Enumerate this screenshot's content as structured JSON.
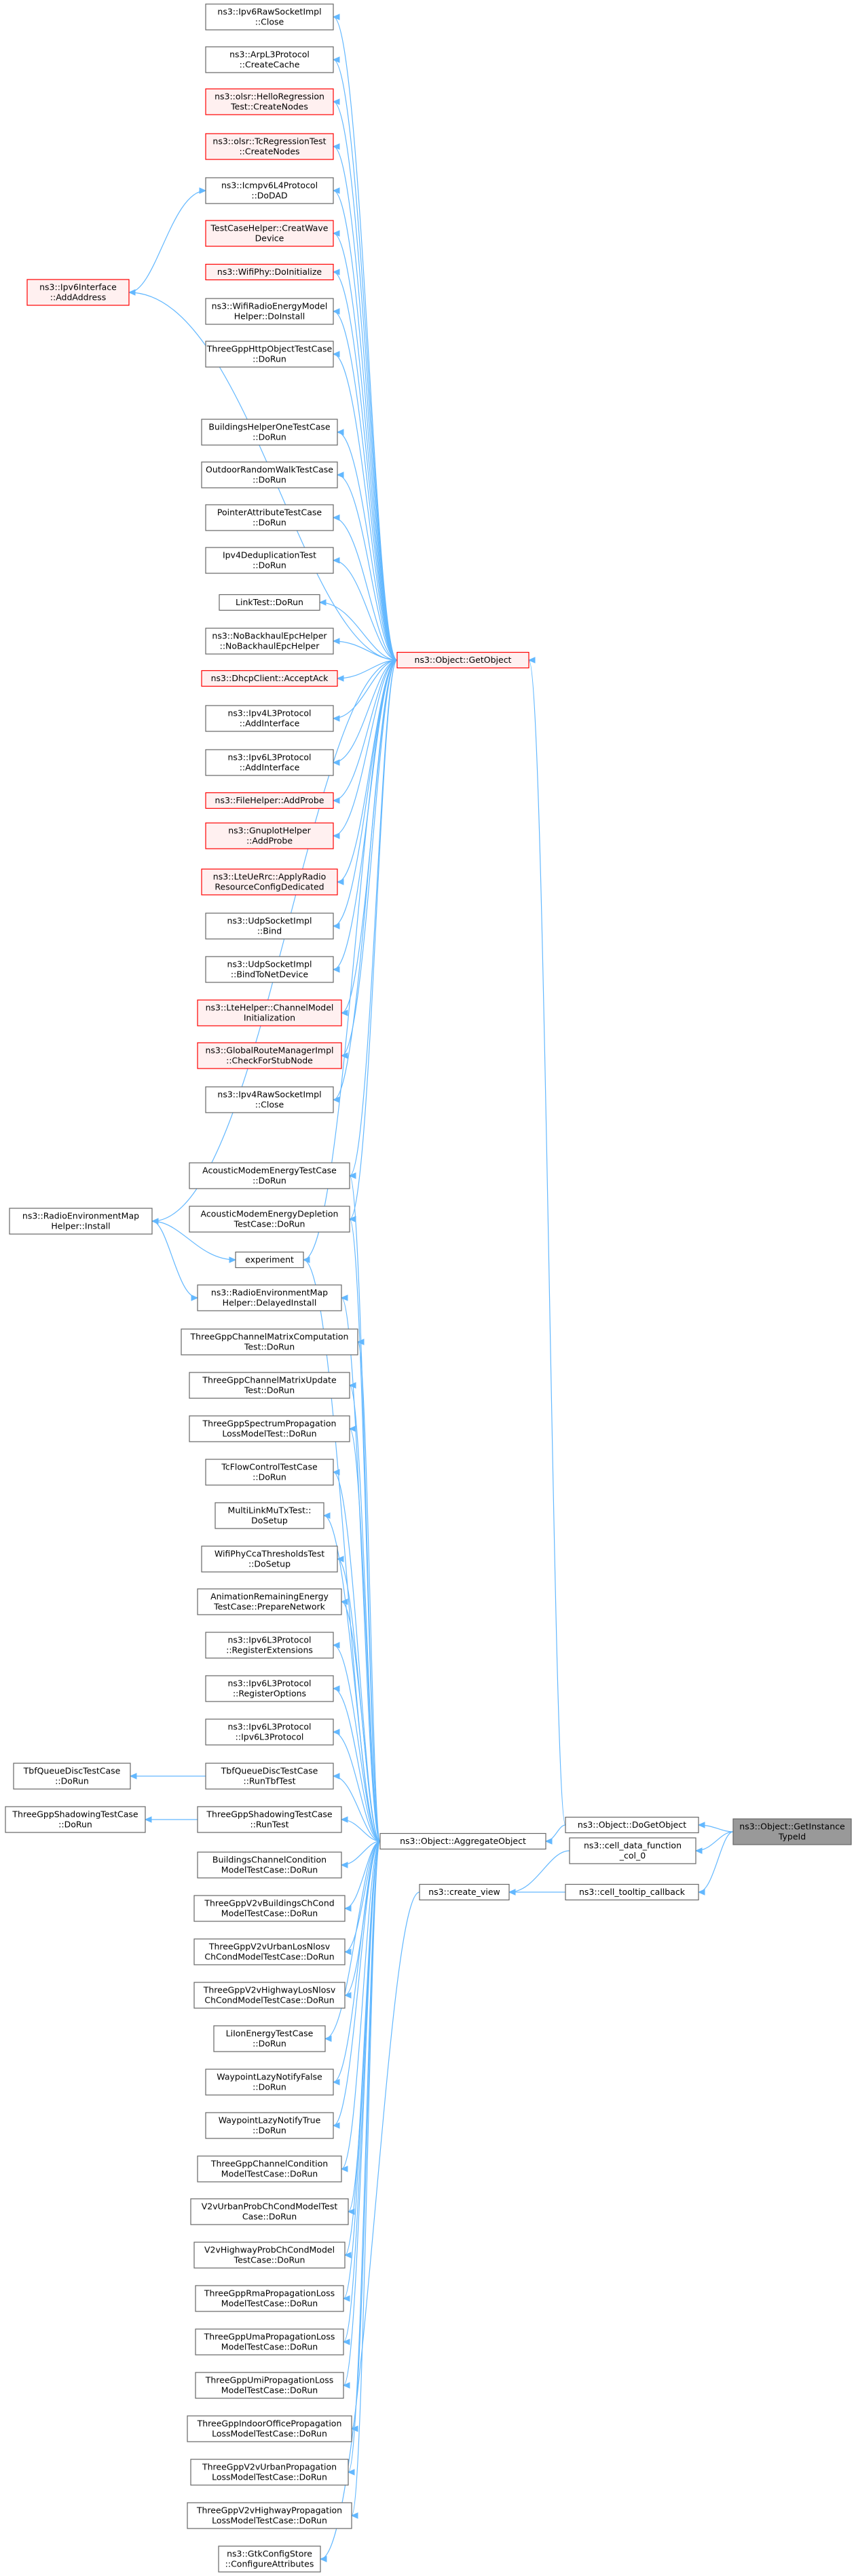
{
  "graph": {
    "title": "",
    "colors": {
      "edge": "#63b8ff",
      "normal_border": "#666666",
      "normal_fill": "#ffffff",
      "red_border": "#ff0000",
      "red_fill": "#fff0f0",
      "highlight_fill": "#999999",
      "highlight_border": "#666666"
    },
    "nodes": [
      {
        "id": "n0",
        "style": "normal",
        "lines": [
          "ns3::Ipv6RawSocketImpl",
          "::Close"
        ]
      },
      {
        "id": "n1",
        "style": "normal",
        "lines": [
          "ns3::ArpL3Protocol",
          "::CreateCache"
        ]
      },
      {
        "id": "n2",
        "style": "red",
        "lines": [
          "ns3::olsr::HelloRegression",
          "Test::CreateNodes"
        ]
      },
      {
        "id": "n3",
        "style": "red",
        "lines": [
          "ns3::olsr::TcRegressionTest",
          "::CreateNodes"
        ]
      },
      {
        "id": "n4",
        "style": "normal",
        "lines": [
          "ns3::Icmpv6L4Protocol",
          "::DoDAD"
        ]
      },
      {
        "id": "n5",
        "style": "red",
        "lines": [
          "TestCaseHelper::CreatWave",
          "Device"
        ]
      },
      {
        "id": "n6",
        "style": "red",
        "lines": [
          "ns3::WifiPhy::DoInitialize"
        ]
      },
      {
        "id": "n7",
        "style": "normal",
        "lines": [
          "ns3::WifiRadioEnergyModel",
          "Helper::DoInstall"
        ]
      },
      {
        "id": "n8",
        "style": "normal",
        "lines": [
          "ThreeGppHttpObjectTestCase",
          "::DoRun"
        ]
      },
      {
        "id": "n9",
        "style": "normal",
        "lines": [
          "BuildingsHelperOneTestCase",
          "::DoRun"
        ]
      },
      {
        "id": "n10",
        "style": "normal",
        "lines": [
          "OutdoorRandomWalkTestCase",
          "::DoRun"
        ]
      },
      {
        "id": "n11",
        "style": "normal",
        "lines": [
          "PointerAttributeTestCase",
          "::DoRun"
        ]
      },
      {
        "id": "n12",
        "style": "normal",
        "lines": [
          "Ipv4DeduplicationTest",
          "::DoRun"
        ]
      },
      {
        "id": "n13",
        "style": "normal",
        "lines": [
          "LinkTest::DoRun"
        ]
      },
      {
        "id": "n14",
        "style": "normal",
        "lines": [
          "ns3::NoBackhaulEpcHelper",
          "::NoBackhaulEpcHelper"
        ]
      },
      {
        "id": "n15",
        "style": "red",
        "lines": [
          "ns3::DhcpClient::AcceptAck"
        ]
      },
      {
        "id": "n16",
        "style": "normal",
        "lines": [
          "ns3::Ipv4L3Protocol",
          "::AddInterface"
        ]
      },
      {
        "id": "n17",
        "style": "normal",
        "lines": [
          "ns3::Ipv6L3Protocol",
          "::AddInterface"
        ]
      },
      {
        "id": "n18",
        "style": "red",
        "lines": [
          "ns3::FileHelper::AddProbe"
        ]
      },
      {
        "id": "n19",
        "style": "red",
        "lines": [
          "ns3::GnuplotHelper",
          "::AddProbe"
        ]
      },
      {
        "id": "n20",
        "style": "red",
        "lines": [
          "ns3::LteUeRrc::ApplyRadio",
          "ResourceConfigDedicated"
        ]
      },
      {
        "id": "n21",
        "style": "normal",
        "lines": [
          "ns3::UdpSocketImpl",
          "::Bind"
        ]
      },
      {
        "id": "n22",
        "style": "normal",
        "lines": [
          "ns3::UdpSocketImpl",
          "::BindToNetDevice"
        ]
      },
      {
        "id": "n23",
        "style": "red",
        "lines": [
          "ns3::LteHelper::ChannelModel",
          "Initialization"
        ]
      },
      {
        "id": "n24",
        "style": "red",
        "lines": [
          "ns3::GlobalRouteManagerImpl",
          "::CheckForStubNode"
        ]
      },
      {
        "id": "n25",
        "style": "normal",
        "lines": [
          "ns3::Ipv4RawSocketImpl",
          "::Close"
        ]
      },
      {
        "id": "n26",
        "style": "normal",
        "lines": [
          "AcousticModemEnergyTestCase",
          "::DoRun"
        ]
      },
      {
        "id": "n27",
        "style": "normal",
        "lines": [
          "AcousticModemEnergyDepletion",
          "TestCase::DoRun"
        ]
      },
      {
        "id": "n28",
        "style": "normal",
        "lines": [
          "experiment"
        ]
      },
      {
        "id": "n29",
        "style": "normal",
        "lines": [
          "ns3::RadioEnvironmentMap",
          "Helper::DelayedInstall"
        ]
      },
      {
        "id": "n30",
        "style": "normal",
        "lines": [
          "ThreeGppChannelMatrixComputation",
          "Test::DoRun"
        ]
      },
      {
        "id": "n31",
        "style": "normal",
        "lines": [
          "ThreeGppChannelMatrixUpdate",
          "Test::DoRun"
        ]
      },
      {
        "id": "n32",
        "style": "normal",
        "lines": [
          "ThreeGppSpectrumPropagation",
          "LossModelTest::DoRun"
        ]
      },
      {
        "id": "n33",
        "style": "normal",
        "lines": [
          "TcFlowControlTestCase",
          "::DoRun"
        ]
      },
      {
        "id": "n34",
        "style": "normal",
        "lines": [
          "MultiLinkMuTxTest::",
          "DoSetup"
        ]
      },
      {
        "id": "n35",
        "style": "normal",
        "lines": [
          "WifiPhyCcaThresholdsTest",
          "::DoSetup"
        ]
      },
      {
        "id": "n36",
        "style": "normal",
        "lines": [
          "AnimationRemainingEnergy",
          "TestCase::PrepareNetwork"
        ]
      },
      {
        "id": "n37",
        "style": "normal",
        "lines": [
          "ns3::Ipv6L3Protocol",
          "::RegisterExtensions"
        ]
      },
      {
        "id": "n38",
        "style": "normal",
        "lines": [
          "ns3::Ipv6L3Protocol",
          "::RegisterOptions"
        ]
      },
      {
        "id": "n39",
        "style": "normal",
        "lines": [
          "ns3::Ipv6L3Protocol",
          "::Ipv6L3Protocol"
        ]
      },
      {
        "id": "n40",
        "style": "normal",
        "lines": [
          "TbfQueueDiscTestCase",
          "::RunTbfTest"
        ]
      },
      {
        "id": "n41",
        "style": "normal",
        "lines": [
          "ThreeGppShadowingTestCase",
          "::RunTest"
        ]
      },
      {
        "id": "n42",
        "style": "normal",
        "lines": [
          "BuildingsChannelCondition",
          "ModelTestCase::DoRun"
        ]
      },
      {
        "id": "n43",
        "style": "normal",
        "lines": [
          "ThreeGppV2vBuildingsChCond",
          "ModelTestCase::DoRun"
        ]
      },
      {
        "id": "n44",
        "style": "normal",
        "lines": [
          "ThreeGppV2vUrbanLosNlosv",
          "ChCondModelTestCase::DoRun"
        ]
      },
      {
        "id": "n45",
        "style": "normal",
        "lines": [
          "ThreeGppV2vHighwayLosNlosv",
          "ChCondModelTestCase::DoRun"
        ]
      },
      {
        "id": "n46",
        "style": "normal",
        "lines": [
          "LiIonEnergyTestCase",
          "::DoRun"
        ]
      },
      {
        "id": "n47",
        "style": "normal",
        "lines": [
          "WaypointLazyNotifyFalse",
          "::DoRun"
        ]
      },
      {
        "id": "n48",
        "style": "normal",
        "lines": [
          "WaypointLazyNotifyTrue",
          "::DoRun"
        ]
      },
      {
        "id": "n49",
        "style": "normal",
        "lines": [
          "ThreeGppChannelCondition",
          "ModelTestCase::DoRun"
        ]
      },
      {
        "id": "n50",
        "style": "normal",
        "lines": [
          "V2vUrbanProbChCondModelTest",
          "Case::DoRun"
        ]
      },
      {
        "id": "n51",
        "style": "normal",
        "lines": [
          "V2vHighwayProbChCondModel",
          "TestCase::DoRun"
        ]
      },
      {
        "id": "n52",
        "style": "normal",
        "lines": [
          "ThreeGppRmaPropagationLoss",
          "ModelTestCase::DoRun"
        ]
      },
      {
        "id": "n53",
        "style": "normal",
        "lines": [
          "ThreeGppUmaPropagationLoss",
          "ModelTestCase::DoRun"
        ]
      },
      {
        "id": "n54",
        "style": "normal",
        "lines": [
          "ThreeGppUmiPropagationLoss",
          "ModelTestCase::DoRun"
        ]
      },
      {
        "id": "n55",
        "style": "normal",
        "lines": [
          "ThreeGppIndoorOfficePropagation",
          "LossModelTestCase::DoRun"
        ]
      },
      {
        "id": "n56",
        "style": "normal",
        "lines": [
          "ThreeGppV2vUrbanPropagation",
          "LossModelTestCase::DoRun"
        ]
      },
      {
        "id": "n57",
        "style": "normal",
        "lines": [
          "ThreeGppV2vHighwayPropagation",
          "LossModelTestCase::DoRun"
        ]
      },
      {
        "id": "n58",
        "style": "normal",
        "lines": [
          "ns3::GtkConfigStore",
          "::ConfigureAttributes"
        ]
      },
      {
        "id": "ipv6if",
        "style": "red",
        "lines": [
          "ns3::Ipv6Interface",
          "::AddAddress"
        ]
      },
      {
        "id": "remhelper",
        "style": "normal",
        "lines": [
          "ns3::RadioEnvironmentMap",
          "Helper::Install"
        ]
      },
      {
        "id": "tbfrun",
        "style": "normal",
        "lines": [
          "TbfQueueDiscTestCase",
          "::DoRun"
        ]
      },
      {
        "id": "shadowrun",
        "style": "normal",
        "lines": [
          "ThreeGppShadowingTestCase",
          "::DoRun"
        ]
      },
      {
        "id": "getobject",
        "style": "red",
        "lines": [
          "ns3::Object::GetObject"
        ]
      },
      {
        "id": "aggregate",
        "style": "normal",
        "lines": [
          "ns3::Object::AggregateObject"
        ]
      },
      {
        "id": "createview",
        "style": "normal",
        "lines": [
          "ns3::create_view"
        ]
      },
      {
        "id": "dogetobject",
        "style": "normal",
        "lines": [
          "ns3::Object::DoGetObject"
        ]
      },
      {
        "id": "celldata",
        "style": "normal",
        "lines": [
          "ns3::cell_data_function",
          "_col_0"
        ]
      },
      {
        "id": "celltooltip",
        "style": "normal",
        "lines": [
          "ns3::cell_tooltip_callback"
        ]
      },
      {
        "id": "gettid",
        "style": "highlight",
        "lines": [
          "ns3::Object::GetInstance",
          "TypeId"
        ]
      }
    ],
    "edges": [
      [
        "n0",
        "getobject"
      ],
      [
        "n1",
        "getobject"
      ],
      [
        "n2",
        "getobject"
      ],
      [
        "n3",
        "getobject"
      ],
      [
        "n4",
        "getobject"
      ],
      [
        "n5",
        "getobject"
      ],
      [
        "n6",
        "getobject"
      ],
      [
        "n7",
        "getobject"
      ],
      [
        "n8",
        "getobject"
      ],
      [
        "n9",
        "getobject"
      ],
      [
        "n10",
        "getobject"
      ],
      [
        "n11",
        "getobject"
      ],
      [
        "n12",
        "getobject"
      ],
      [
        "n13",
        "getobject"
      ],
      [
        "n14",
        "getobject"
      ],
      [
        "n15",
        "getobject"
      ],
      [
        "n16",
        "getobject"
      ],
      [
        "n17",
        "getobject"
      ],
      [
        "n18",
        "getobject"
      ],
      [
        "n19",
        "getobject"
      ],
      [
        "n20",
        "getobject"
      ],
      [
        "n21",
        "getobject"
      ],
      [
        "n22",
        "getobject"
      ],
      [
        "n23",
        "getobject"
      ],
      [
        "n24",
        "getobject"
      ],
      [
        "n25",
        "getobject"
      ],
      [
        "n26",
        "getobject"
      ],
      [
        "n27",
        "getobject"
      ],
      [
        "n28",
        "getobject"
      ],
      [
        "ipv6if",
        "getobject"
      ],
      [
        "remhelper",
        "getobject"
      ],
      [
        "n4",
        "ipv6if"
      ],
      [
        "n28",
        "remhelper"
      ],
      [
        "n29",
        "remhelper"
      ],
      [
        "n26",
        "aggregate"
      ],
      [
        "n27",
        "aggregate"
      ],
      [
        "n28",
        "aggregate"
      ],
      [
        "n29",
        "aggregate"
      ],
      [
        "n30",
        "aggregate"
      ],
      [
        "n31",
        "aggregate"
      ],
      [
        "n32",
        "aggregate"
      ],
      [
        "n33",
        "aggregate"
      ],
      [
        "n34",
        "aggregate"
      ],
      [
        "n35",
        "aggregate"
      ],
      [
        "n36",
        "aggregate"
      ],
      [
        "n37",
        "aggregate"
      ],
      [
        "n38",
        "aggregate"
      ],
      [
        "n39",
        "aggregate"
      ],
      [
        "n40",
        "aggregate"
      ],
      [
        "n41",
        "aggregate"
      ],
      [
        "n42",
        "aggregate"
      ],
      [
        "n43",
        "aggregate"
      ],
      [
        "n44",
        "aggregate"
      ],
      [
        "n45",
        "aggregate"
      ],
      [
        "n46",
        "aggregate"
      ],
      [
        "n47",
        "aggregate"
      ],
      [
        "n48",
        "aggregate"
      ],
      [
        "n49",
        "aggregate"
      ],
      [
        "n50",
        "aggregate"
      ],
      [
        "n51",
        "aggregate"
      ],
      [
        "n52",
        "aggregate"
      ],
      [
        "n53",
        "aggregate"
      ],
      [
        "n54",
        "aggregate"
      ],
      [
        "n55",
        "aggregate"
      ],
      [
        "n56",
        "aggregate"
      ],
      [
        "n57",
        "aggregate"
      ],
      [
        "tbfrun",
        "n40"
      ],
      [
        "shadowrun",
        "n41"
      ],
      [
        "n58",
        "createview"
      ],
      [
        "getobject",
        "dogetobject"
      ],
      [
        "aggregate",
        "dogetobject"
      ],
      [
        "createview",
        "celldata"
      ],
      [
        "createview",
        "celltooltip"
      ],
      [
        "dogetobject",
        "gettid"
      ],
      [
        "celldata",
        "gettid"
      ],
      [
        "celltooltip",
        "gettid"
      ]
    ]
  }
}
